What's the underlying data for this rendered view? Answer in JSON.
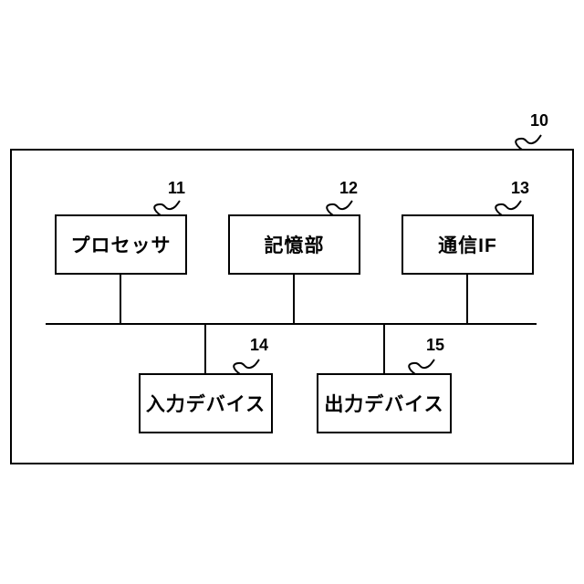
{
  "figure": {
    "type": "block-diagram",
    "background_color": "#ffffff",
    "line_color": "#000000",
    "system": {
      "ref": "10"
    },
    "blocks": [
      {
        "ref": "11",
        "label": "プロセッサ"
      },
      {
        "ref": "12",
        "label": "記憶部"
      },
      {
        "ref": "13",
        "label": "通信IF"
      },
      {
        "ref": "14",
        "label": "入力デバイス"
      },
      {
        "ref": "15",
        "label": "出力デバイス"
      }
    ]
  }
}
